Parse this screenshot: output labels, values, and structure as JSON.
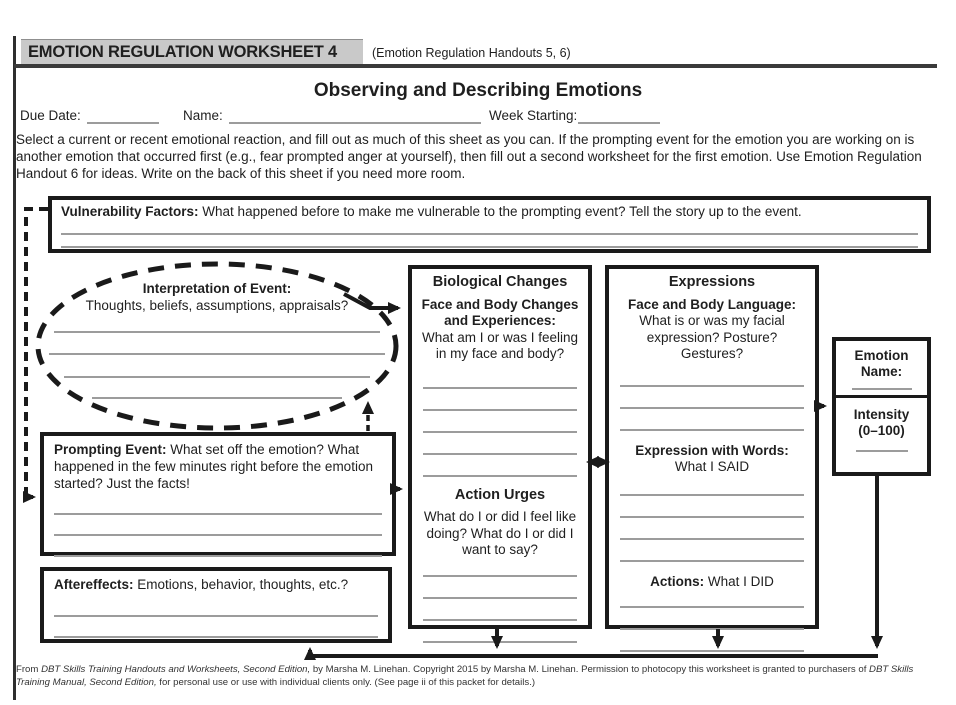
{
  "header": {
    "worksheet_label": "EMOTION REGULATION WORKSHEET 4",
    "handouts_ref": "(Emotion Regulation Handouts 5, 6)"
  },
  "title": "Observing and Describing Emotions",
  "fields": {
    "due_date": {
      "label": "Due Date:",
      "value": ""
    },
    "name": {
      "label": "Name:",
      "value": ""
    },
    "week_starting": {
      "label": "Week Starting:",
      "value": ""
    }
  },
  "instructions": "Select a current or recent emotional reaction, and fill out as much of this sheet as you can. If the prompting event for the emotion you are working on is another emotion that occurred first (e.g., fear prompted anger at yourself), then fill out a second worksheet for the first emotion. Use Emotion Regulation Handout 6 for ideas. Write on the back of this sheet if you need more room.",
  "boxes": {
    "vulnerability": {
      "label": "Vulnerability Factors:",
      "prompt": "What happened before to make me vulnerable to the prompting event? Tell the story up to the event.",
      "blank_lines": 2
    },
    "interpretation": {
      "label": "Interpretation of Event:",
      "prompt": "Thoughts, beliefs, assumptions, appraisals?",
      "blank_lines": 4
    },
    "prompting_event": {
      "label": "Prompting Event:",
      "prompt": "What set off the emotion? What happened in the few minutes right before the emotion started? Just the facts!",
      "blank_lines": 3
    },
    "aftereffects": {
      "label": "Aftereffects:",
      "prompt": "Emotions, behavior, thoughts, etc.?",
      "blank_lines": 2
    },
    "biological_changes": {
      "title": "Biological Changes",
      "face_body": {
        "label": "Face and Body Changes and Experiences:",
        "prompt": "What am I or was I feeling in my face and body?",
        "blank_lines": 5
      },
      "action_urges": {
        "label": "Action Urges",
        "prompt": "What do I or did I feel like doing? What do I or did I want to say?",
        "blank_lines": 4
      }
    },
    "expressions": {
      "title": "Expressions",
      "face_body_language": {
        "label": "Face and Body Language:",
        "prompt": "What is or was my facial expression? Posture? Gestures?",
        "blank_lines": 3
      },
      "expression_with_words": {
        "label": "Expression with Words:",
        "prompt": "What I SAID",
        "blank_lines": 4
      },
      "actions": {
        "label": "Actions:",
        "prompt": "What I DID",
        "blank_lines": 3
      }
    },
    "emotion": {
      "name_label": "Emotion Name:",
      "intensity_label": "Intensity",
      "intensity_range": "(0–100)"
    }
  },
  "footer": {
    "part1": "From ",
    "italic1": "DBT Skills Training Handouts and Worksheets, Second Edition,",
    "part2": " by Marsha M. Linehan. Copyright 2015 by Marsha M. Linehan. Permission to photocopy this worksheet is granted to purchasers of ",
    "italic2": "DBT Skills Training Manual, Second Edition,",
    "part3": " for personal use or use with individual clients only. (See page ii of this packet for details.)"
  },
  "colors": {
    "ink": "#1a1a1a",
    "write_line": "#9c9c9c",
    "header_patch": "#c9c9c9"
  }
}
